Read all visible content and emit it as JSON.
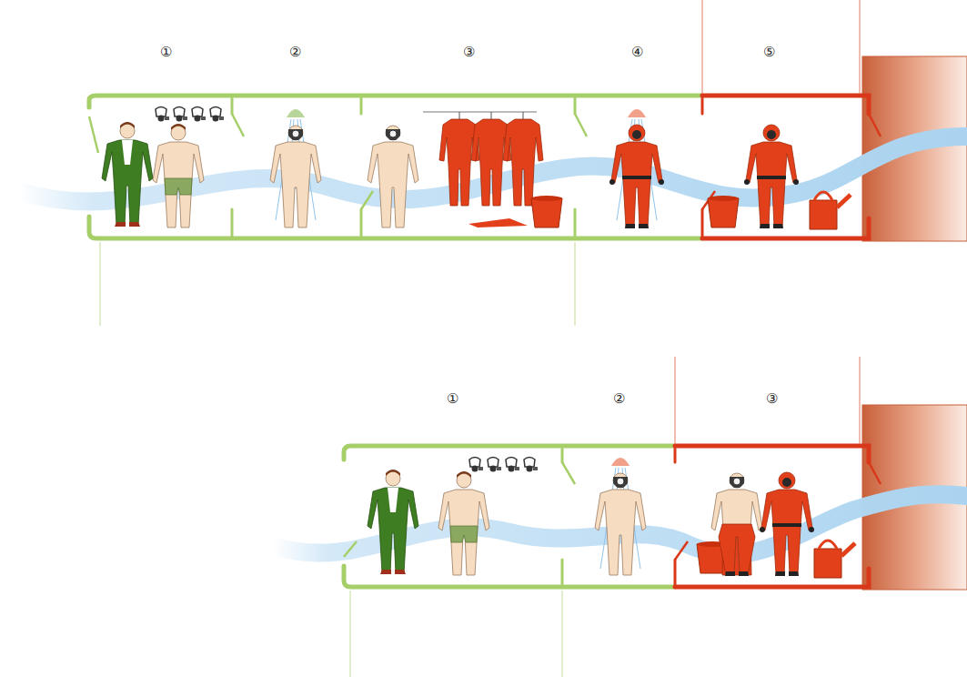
{
  "diagram": {
    "labels": [
      "①",
      "②",
      "③",
      "④",
      "⑤",
      "①",
      "②",
      "③"
    ]
  }
}
